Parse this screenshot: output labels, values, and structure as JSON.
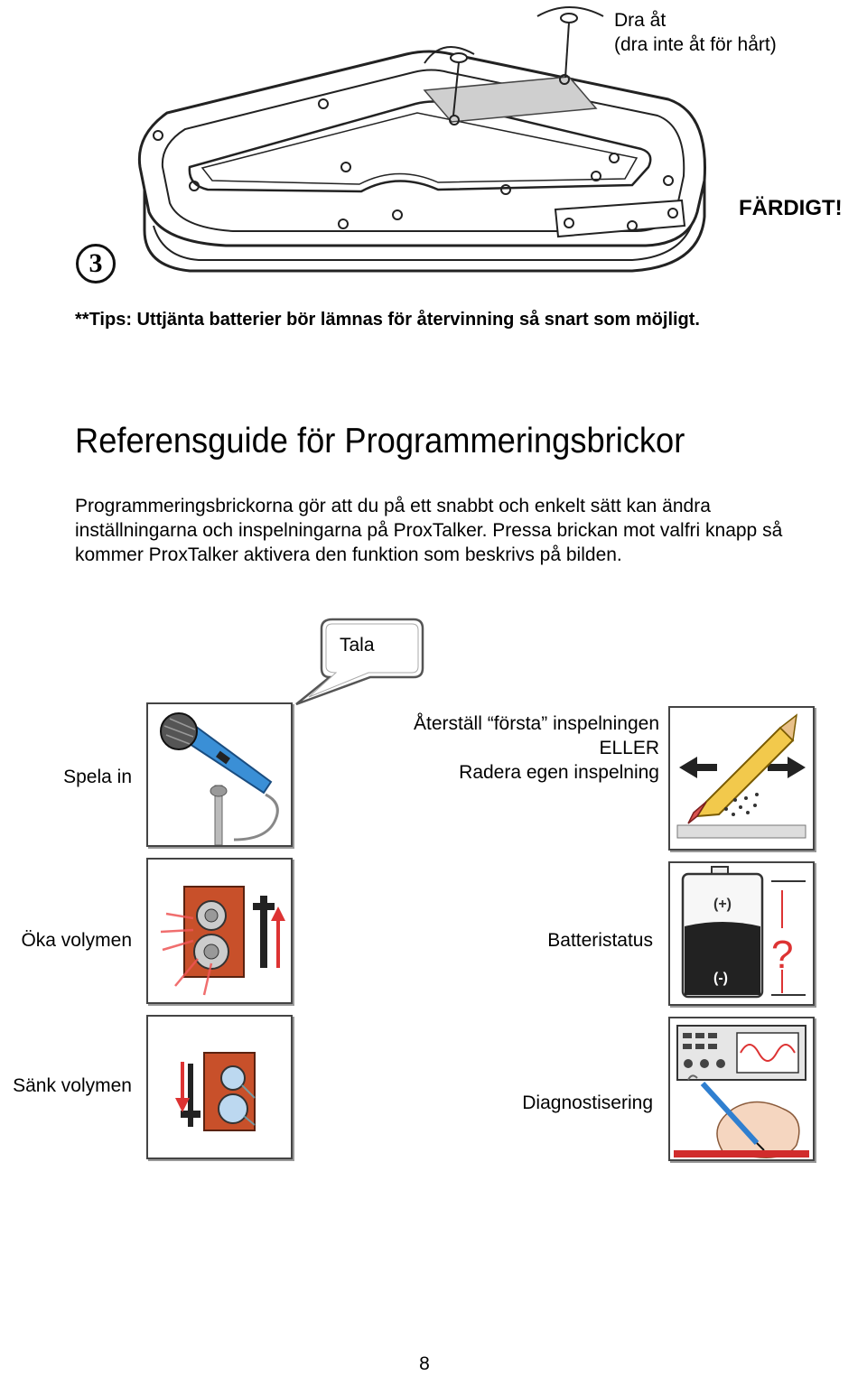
{
  "step": {
    "number": "3",
    "tighten_label": "Dra åt",
    "tighten_note": "(dra inte åt för hårt)",
    "done_label": "FÄRDIGT!"
  },
  "tip": "**Tips: Uttjänta batterier bör lämnas för återvinning så snart som möjligt.",
  "section": {
    "title": "Referensguide för Programmeringsbrickor",
    "intro_lines": [
      "Programmeringsbrickorna gör att du på ett snabbt och enkelt sätt kan ändra",
      "inställningarna och inspelningarna på ProxTalker. Pressa brickan mot valfri knapp så",
      "kommer ProxTalker aktivera den funktion som beskrivs på bilden."
    ]
  },
  "tiles": {
    "speak": "Tala",
    "record": "Spela in",
    "reset_lines": [
      "Återställ “första” inspelningen",
      "ELLER",
      "Radera egen inspelning"
    ],
    "volume_up": "Öka volymen",
    "battery": "Batteristatus",
    "volume_down": "Sänk volymen",
    "diagnostics": "Diagnostisering"
  },
  "page_number": "8",
  "icons": {
    "device": "proxtalker-device-illustration",
    "microphone": "microphone-icon",
    "pencil": "pencil-eraser-icon",
    "speaker_up": "speaker-volume-up-icon",
    "battery": "battery-icon",
    "speaker_down": "speaker-volume-down-icon",
    "oscilloscope": "oscilloscope-icon"
  }
}
